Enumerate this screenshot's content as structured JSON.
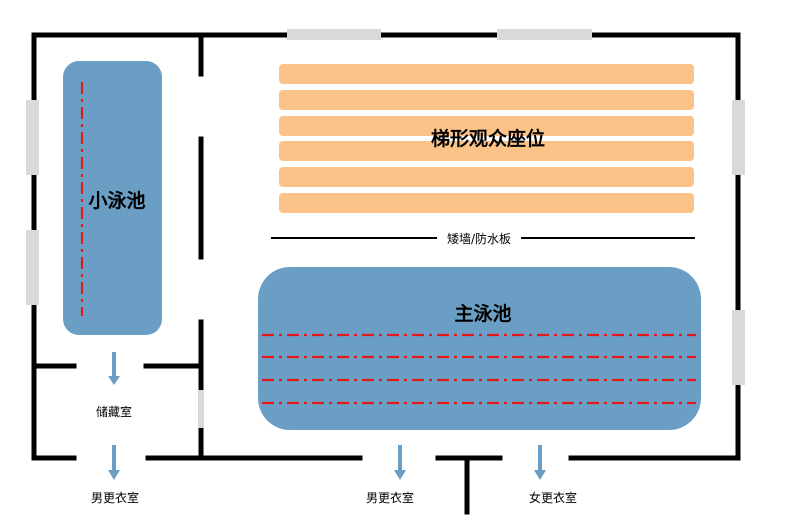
{
  "colors": {
    "pool": "#6a9ec5",
    "seat": "#fcc388",
    "window": "#d9d9d9",
    "lane": "#e31a1c",
    "wall": "#000000"
  },
  "labels": {
    "seating": "梯形观众座位",
    "low_wall": "矮墙/防水板",
    "main_pool": "主泳池",
    "small_pool": "小泳池",
    "storage": "储藏室",
    "mens_changing_left": "男更衣室",
    "mens_changing_mid": "男更衣室",
    "womens_changing": "女更衣室"
  }
}
